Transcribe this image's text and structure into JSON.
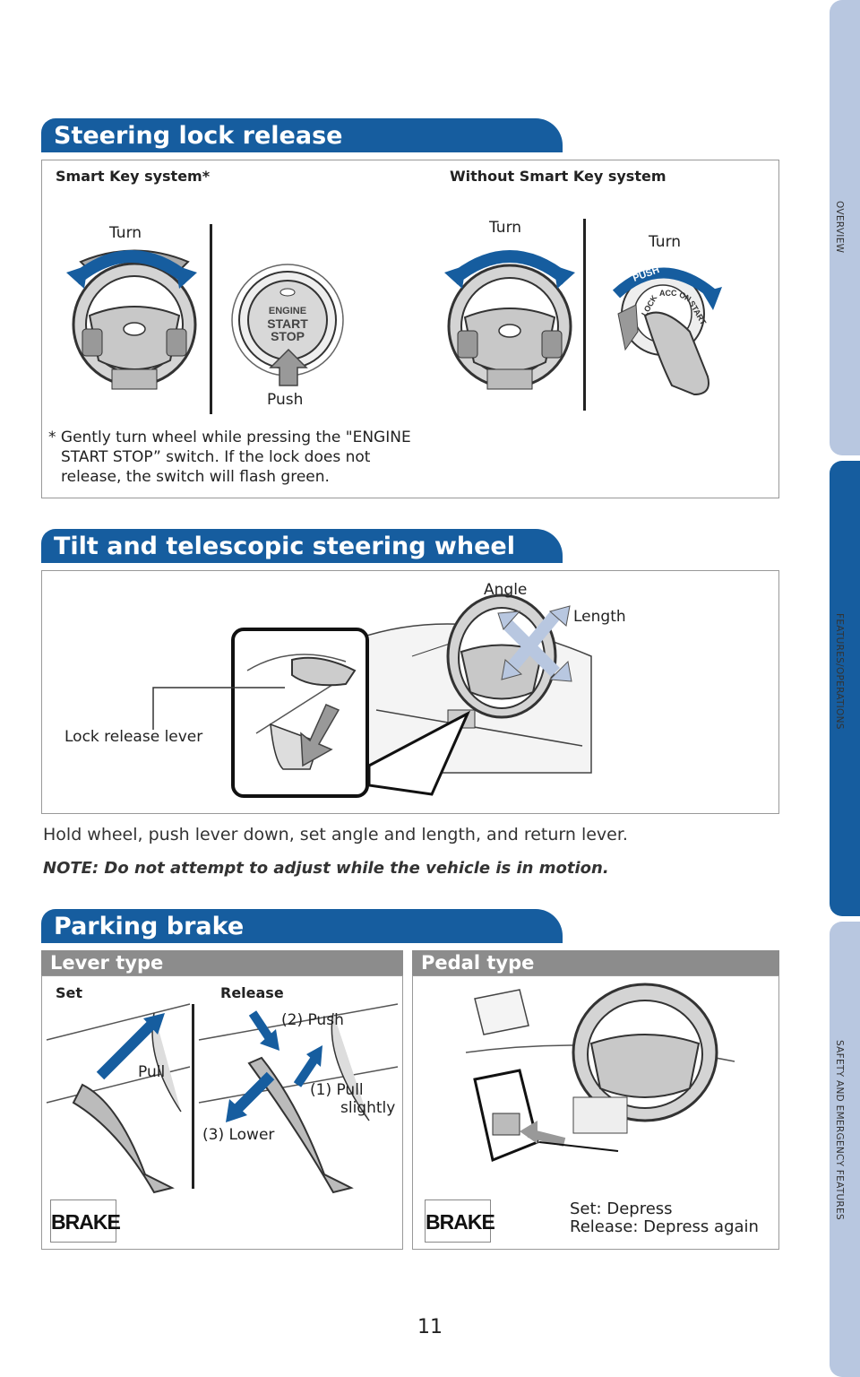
{
  "side_tabs": [
    {
      "label": "OVERVIEW",
      "color": "#b8c7e0"
    },
    {
      "label": "FEATURES/OPERATIONS",
      "color": "#165d9f"
    },
    {
      "label": "SAFETY AND EMERGENCY FEATURES",
      "color": "#b8c7e0"
    }
  ],
  "steering_lock": {
    "title": "Steering lock release",
    "smart_key_heading": "Smart Key system*",
    "without_smart_key_heading": "Without Smart Key system",
    "turn_label": "Turn",
    "push_label": "Push",
    "button_text": [
      "ENGINE",
      "START",
      "STOP"
    ],
    "ignition_text": [
      "PUSH",
      "LOCK",
      "ACC",
      "ON",
      "START"
    ],
    "footnote_line1": "* Gently turn wheel while pressing the \"ENGINE",
    "footnote_line2": "START STOP” switch. If the lock does not",
    "footnote_line3": "release, the switch will flash green."
  },
  "tilt": {
    "title": "Tilt and telescopic steering wheel",
    "angle_label": "Angle",
    "length_label": "Length",
    "lever_label": "Lock release lever",
    "instruction": "Hold wheel, push lever down, set angle and length, and return lever.",
    "note": "NOTE: Do not attempt to adjust while the vehicle is in motion."
  },
  "parking": {
    "title": "Parking brake",
    "lever_type": "Lever type",
    "pedal_type": "Pedal type",
    "set_label": "Set",
    "release_label": "Release",
    "pull_label": "Pull",
    "push2_label": "(2) Push",
    "pull1_label": "(1) Pull",
    "slightly_label": "slightly",
    "lower3_label": "(3) Lower",
    "brake_badge": "BRAKE",
    "pedal_set": "Set: Depress",
    "pedal_release": "Release: Depress again"
  },
  "page_number": "11",
  "colors": {
    "brand_blue": "#165d9f",
    "light_blue": "#b8c7e0",
    "sub_gray": "#8c8c8c"
  }
}
